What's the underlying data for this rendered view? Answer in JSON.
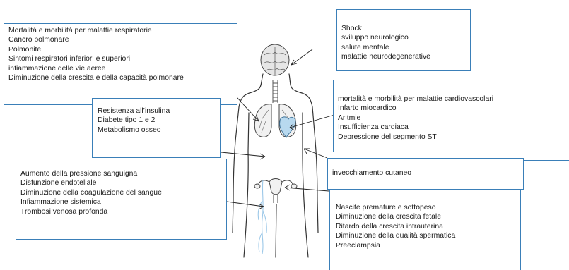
{
  "respiratory": {
    "lines": [
      "Mortalità e morbilità per malattie respiratorie",
      "Cancro polmonare",
      "Polmonite",
      "Sintomi respiratori inferiori e superiori",
      "infiammazione delle vie aeree",
      "Diminuzione della crescita e della capacità polmonare"
    ]
  },
  "neuro": {
    "lines": [
      "Shock",
      "sviluppo neurologico",
      "salute mentale",
      "malattie neurodegenerative"
    ]
  },
  "metabolic": {
    "lines": [
      "Resistenza all’insulina",
      "Diabete tipo 1 e 2",
      "Metabolismo osseo"
    ]
  },
  "cardio": {
    "lines": [
      "mortalità e morbilità per malattie cardiovascolari",
      "Infarto miocardico",
      "Aritmie",
      "Insufficienza cardiaca",
      "Depressione del segmento ST"
    ]
  },
  "vascular": {
    "lines": [
      "Aumento della pressione sanguigna",
      "Disfunzione endoteliale",
      "Diminuzione della coagulazione del sangue",
      "Infiammazione sistemica",
      "Trombosi venosa profonda"
    ]
  },
  "skin": {
    "lines": [
      "invecchiamento cutaneo"
    ]
  },
  "reproductive": {
    "lines": [
      "Nascite premature e sottopeso",
      "Diminuzione della crescita fetale",
      "Ritardo della crescita intrauterina",
      "Diminuzione della qualità spermatica",
      "Preeclampsia"
    ]
  },
  "colors": {
    "box_border": "#3a7fb8",
    "outline": "#333333",
    "heart": "#b8d9ef",
    "veins": "#9cc8e8"
  }
}
